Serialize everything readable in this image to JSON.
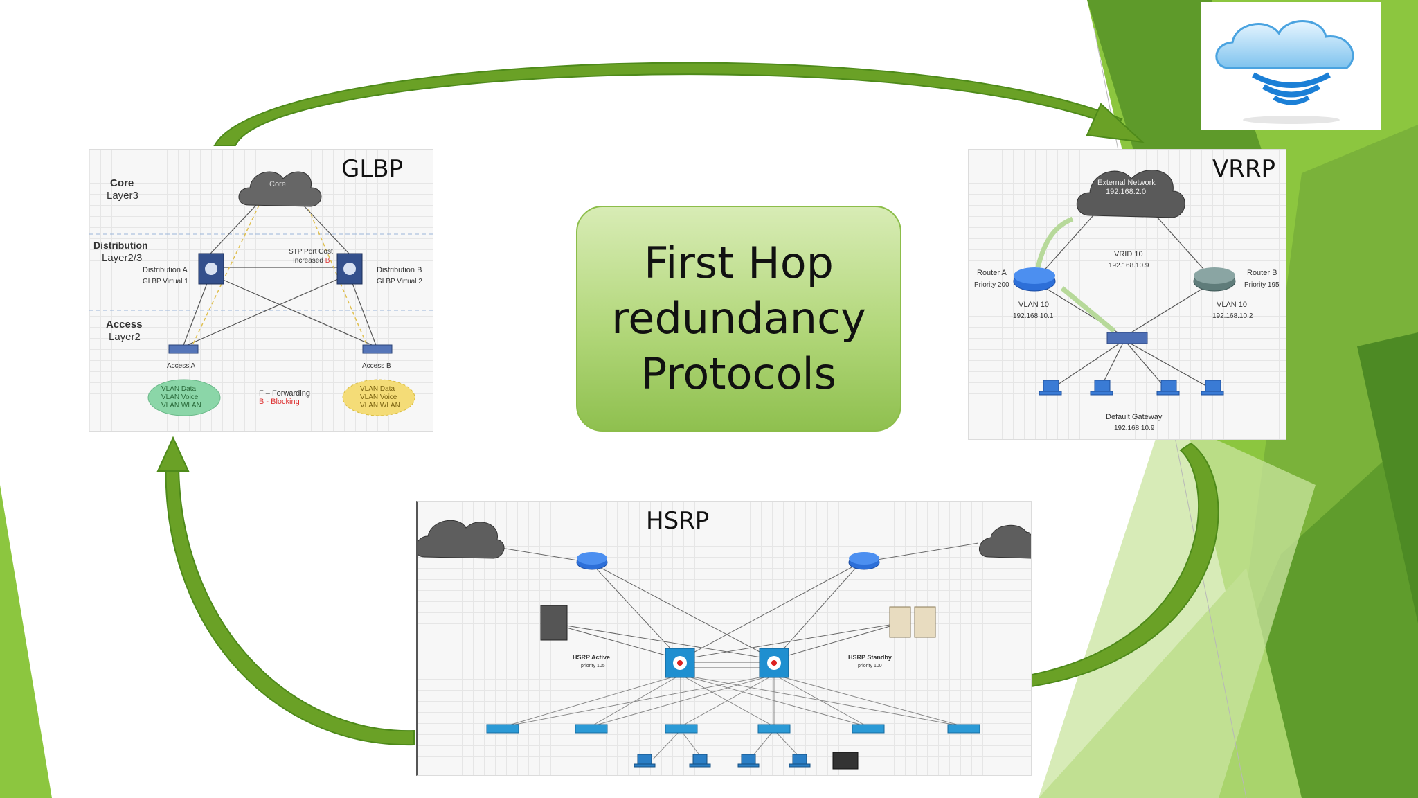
{
  "center": {
    "line1": "First Hop",
    "line2": "redundancy",
    "line3": "Protocols"
  },
  "glbp": {
    "title": "GLBP",
    "core": "Core",
    "layer3": "Layer3",
    "core_cloud": "Core",
    "distribution": "Distribution",
    "layer23": "Layer2/3",
    "dist_a": "Distribution A",
    "glbp_v1": "GLBP Virtual 1",
    "dist_b": "Distribution B",
    "glbp_v2": "GLBP Virtual 2",
    "stp1": "STP Port Cost",
    "stp2": "Increased",
    "access": "Access",
    "layer2": "Layer2",
    "access_a": "Access A",
    "access_b": "Access B",
    "vlan_data": "VLAN Data",
    "vlan_voice": "VLAN Voice",
    "vlan_wlan": "VLAN WLAN",
    "forwarding": "F – Forwarding",
    "blocking": "B - Blocking"
  },
  "vrrp": {
    "title": "VRRP",
    "ext_net": "External Network",
    "ext_ip": "192.168.2.0",
    "vrid": "VRID 10",
    "vrid_ip": "192.168.10.9",
    "router_a": "Router A",
    "prio_a": "Priority 200",
    "router_b": "Router B",
    "prio_b": "Priority 195",
    "vlan_a": "VLAN 10",
    "ip_a": "192.168.10.1",
    "vlan_b": "VLAN 10",
    "ip_b": "192.168.10.2",
    "gw": "Default Gateway",
    "gw_ip": "192.168.10.9"
  },
  "hsrp": {
    "title": "HSRP",
    "active": "HSRP Active",
    "active_prio": "priority 105",
    "standby": "HSRP Standby",
    "standby_prio": "priority 100"
  },
  "colors": {
    "arrow_green": "#5f9e1f",
    "bg_green": "#8cc63f",
    "dark_green": "#4e8a25",
    "router_blue": "#2d6fd8"
  },
  "icons": [
    "cloud-wifi-logo-icon",
    "cloud-icon",
    "router-icon",
    "switch-icon",
    "laptop-icon",
    "server-icon",
    "phone-icon"
  ]
}
